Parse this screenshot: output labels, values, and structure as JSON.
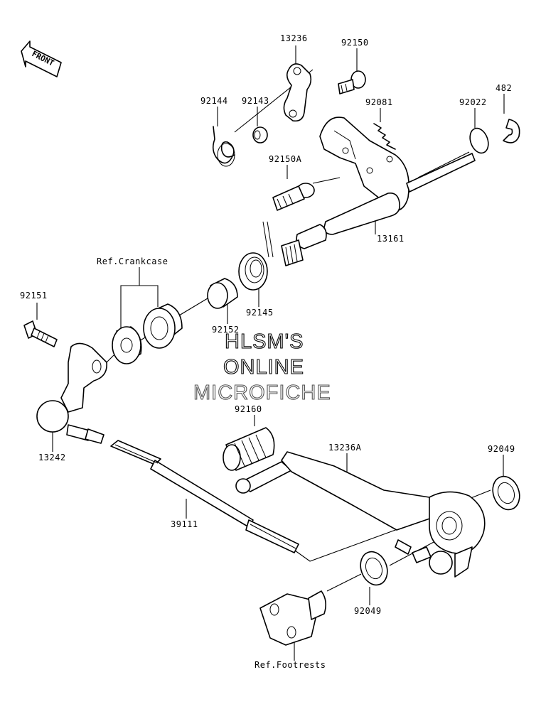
{
  "orientation": {
    "front_label": "FRONT",
    "icon": "front-arrow-icon"
  },
  "watermark": {
    "line1": "HLSM'S",
    "line2": "ONLINE",
    "line3": "MICROFICHE"
  },
  "parts": [
    {
      "id": "13236",
      "label": "13236"
    },
    {
      "id": "92150",
      "label": "92150"
    },
    {
      "id": "92144",
      "label": "92144"
    },
    {
      "id": "92143",
      "label": "92143"
    },
    {
      "id": "92081",
      "label": "92081"
    },
    {
      "id": "92022",
      "label": "92022"
    },
    {
      "id": "482",
      "label": "482"
    },
    {
      "id": "92150A",
      "label": "92150A"
    },
    {
      "id": "13161",
      "label": "13161"
    },
    {
      "id": "ref-crankcase",
      "label": "Ref.Crankcase"
    },
    {
      "id": "92151",
      "label": "92151"
    },
    {
      "id": "92145",
      "label": "92145"
    },
    {
      "id": "92152",
      "label": "92152"
    },
    {
      "id": "92160",
      "label": "92160"
    },
    {
      "id": "13236A",
      "label": "13236A"
    },
    {
      "id": "92049-top",
      "label": "92049"
    },
    {
      "id": "13242",
      "label": "13242"
    },
    {
      "id": "39111",
      "label": "39111"
    },
    {
      "id": "92049-bottom",
      "label": "92049"
    },
    {
      "id": "ref-footrests",
      "label": "Ref.Footrests"
    }
  ]
}
